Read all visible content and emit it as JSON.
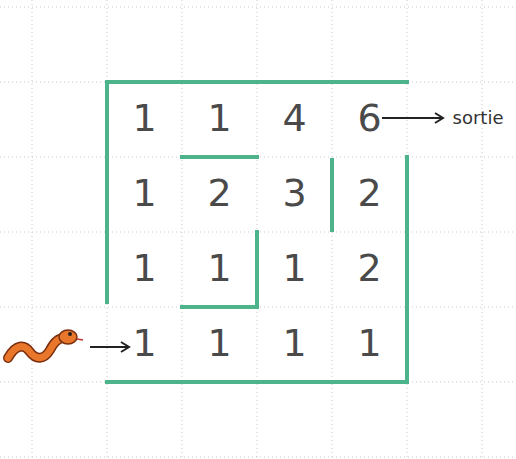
{
  "diagram": {
    "labels": [
      "1",
      "1",
      "4",
      "6",
      "1",
      "2",
      "3",
      "2",
      "1",
      "1",
      "1",
      "2",
      "1",
      "1",
      "1",
      "1",
      "sortie"
    ]
  }
}
